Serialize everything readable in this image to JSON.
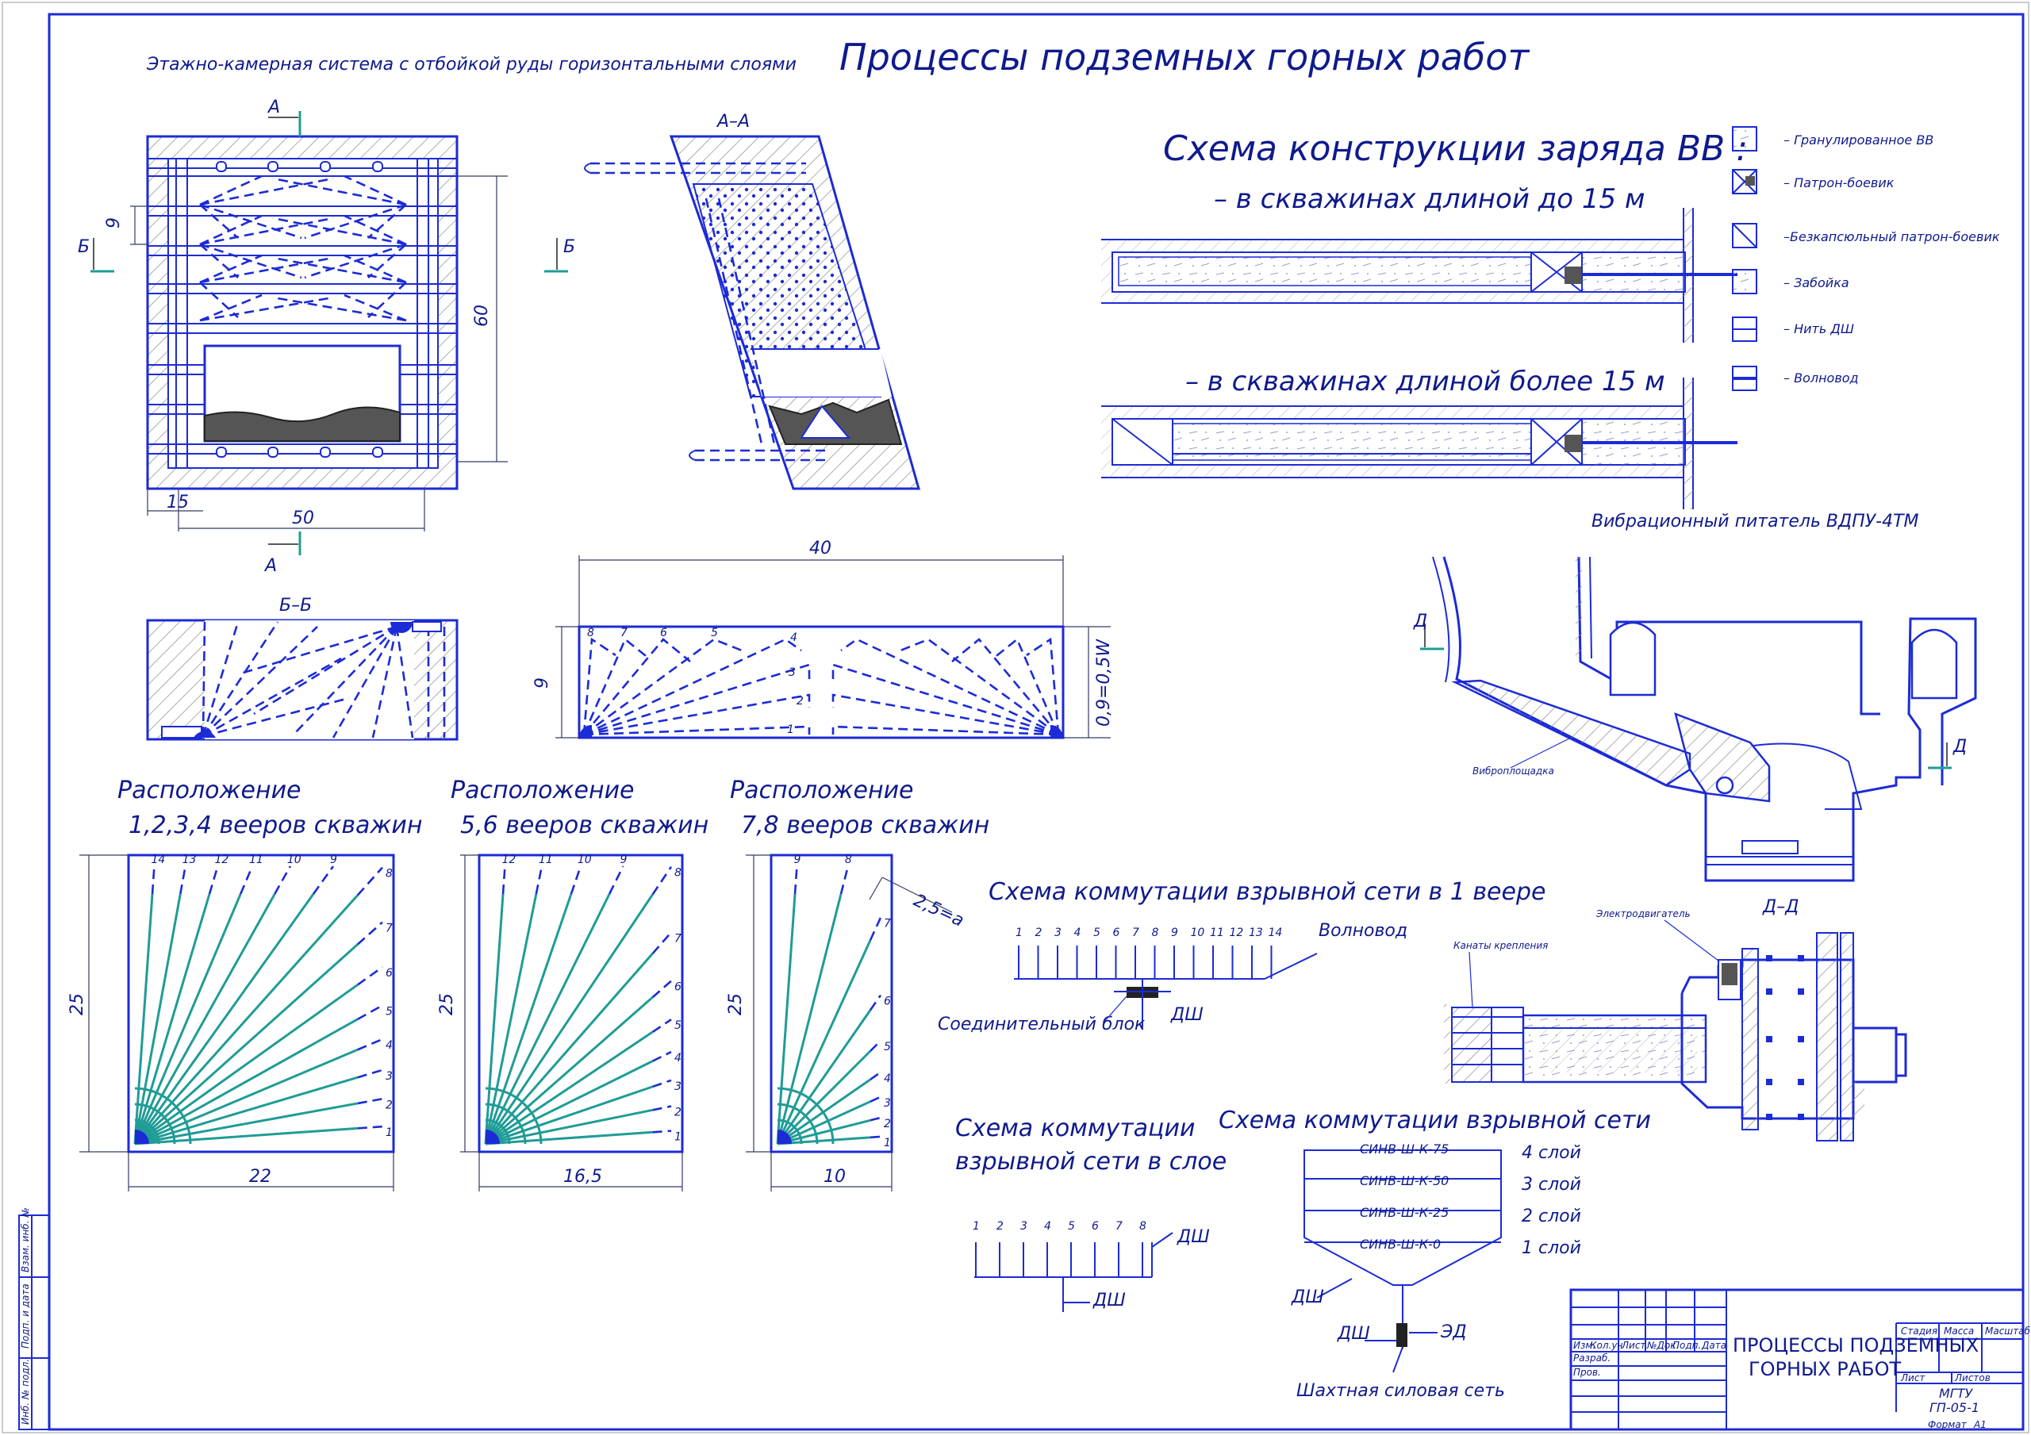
{
  "sheet": {
    "title": "Процессы подземных горных работ",
    "subtitle": "Этажно-камерная система с отбойкой руды горизонтальными слоями"
  },
  "section_labels": {
    "a_top": "А",
    "a_bottom": "А",
    "b_left": "Б",
    "b_right": "Б",
    "aa": "А–А",
    "bb": "Б–Б",
    "dd": "Д–Д",
    "d_left": "Д",
    "d_right": "Д"
  },
  "dims": {
    "plan_h": "60",
    "plan_w": "50",
    "plan_offset": "15",
    "plan_step": "9",
    "bb_w": "40",
    "bb_h": "9",
    "bb_w05": "0,9=0,5W",
    "f1_h": "25",
    "f1_w": "22",
    "f2_h": "25",
    "f2_w": "16,5",
    "f3_h": "25",
    "f3_w": "10",
    "f3_a": "2,5=a"
  },
  "charge": {
    "heading": "Схема конструкции заряда ВВ :",
    "case1": "– в скважинах длиной до 15 м",
    "case2": "– в скважинах длиной более 15 м"
  },
  "legend": [
    {
      "label": "– Гранулированное ВВ"
    },
    {
      "label": "– Патрон-боевик"
    },
    {
      "label": "–Безкапсюльный патрон-боевик"
    },
    {
      "label": "– Забойка"
    },
    {
      "label": "– Нить ДШ"
    },
    {
      "label": "– Волновод"
    }
  ],
  "feeder": {
    "title": "Вибрационный питатель ВДПУ-4ТМ",
    "vibro": "Виброплощадка",
    "motor": "Электродвигатель",
    "ropes": "Канаты крепления"
  },
  "fans": [
    {
      "line1": "Расположение",
      "line2": "1,2,3,4 вееров скважин",
      "labels": [
        "14",
        "13",
        "12",
        "11",
        "10",
        "9",
        "8",
        "7",
        "6",
        "5",
        "4",
        "3",
        "2",
        "1"
      ]
    },
    {
      "line1": "Расположение",
      "line2": "5,6 вееров скважин",
      "labels": [
        "12",
        "11",
        "10",
        "9",
        "8",
        "7",
        "6",
        "5",
        "4",
        "3",
        "2",
        "1"
      ]
    },
    {
      "line1": "Расположение",
      "line2": "7,8 вееров скважин",
      "labels": [
        "9",
        "8",
        "7",
        "6",
        "5",
        "4",
        "3",
        "2",
        "1"
      ]
    }
  ],
  "bb_numbers": [
    "8",
    "7",
    "6",
    "5",
    "4",
    "3",
    "2",
    "1"
  ],
  "comm1": {
    "title": "Схема коммутации взрывной сети в 1 веере",
    "numbers": [
      "1",
      "2",
      "3",
      "4",
      "5",
      "6",
      "7",
      "8",
      "9",
      "10",
      "11",
      "12",
      "13",
      "14"
    ],
    "waveguide": "Волновод",
    "block": "Соединительный блок",
    "ds": "ДШ"
  },
  "comm2": {
    "title1": "Схема коммутации",
    "title2": "взрывной сети в слое",
    "numbers": [
      "1",
      "2",
      "3",
      "4",
      "5",
      "6",
      "7",
      "8"
    ],
    "ds1": "ДШ",
    "ds2": "ДШ"
  },
  "comm3": {
    "title": "Схема коммутации взрывной сети",
    "rows": [
      {
        "code": "СИНВ-Ш-К-75",
        "layer": "4 слой"
      },
      {
        "code": "СИНВ-Ш-К-50",
        "layer": "3 слой"
      },
      {
        "code": "СИНВ-Ш-К-25",
        "layer": "2 слой"
      },
      {
        "code": "СИНВ-Ш-К-0",
        "layer": "1 слой"
      }
    ],
    "ds1": "ДШ",
    "ds2": "ДШ",
    "ed": "ЭД",
    "power": "Шахтная силовая сеть"
  },
  "stamp": {
    "title1": "ПРОЦЕССЫ ПОДЗЕМНЫХ",
    "title2": "ГОРНЫХ РАБОТ",
    "col_izm": "Изм.",
    "col_kol": "Кол.уч",
    "col_list": "Лист",
    "col_doc": "№Док.",
    "col_podp": "Подп.",
    "col_date": "Дата",
    "razrab": "Разраб.",
    "prov": "Пров.",
    "stadia": "Стадия",
    "massa": "Масса",
    "masshtab": "Масштаб",
    "list": "Лист",
    "listov": "Листов",
    "org": "МГТУ",
    "code": "ГП-05-1",
    "format_label": "Формат",
    "format": "А1"
  },
  "side_stamp": {
    "inv_podl": "Инб. № подл.",
    "podp_date": "Подп. и дата",
    "vzam": "Взам. инб. №"
  },
  "colors": {
    "line": "#1c2bd6",
    "text": "#0f1a8c",
    "fan": "#1f9c96",
    "ore": "#555555"
  }
}
